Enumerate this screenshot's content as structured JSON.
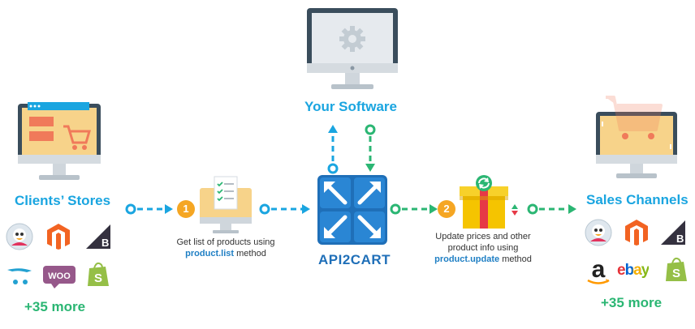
{
  "software": {
    "title": "Your Software",
    "icon": "monitor-gear-icon"
  },
  "clients": {
    "title": "Clients’ Stores",
    "more": "+35 more",
    "icon": "store-monitor-cart-icon",
    "platforms": [
      "prestashop-logo-icon",
      "magento-logo-icon",
      "bigcommerce-logo-icon",
      "opencart-logo-icon",
      "woocommerce-logo-icon",
      "shopify-logo-icon"
    ],
    "woo_text": "WOO"
  },
  "channels": {
    "title": "Sales Channels",
    "more": "+35 more",
    "icon": "channel-monitor-cart-icon",
    "platforms": [
      "prestashop-logo-icon",
      "magento-logo-icon",
      "bigcommerce-logo-icon",
      "amazon-logo-icon",
      "ebay-logo-icon",
      "shopify-logo-icon"
    ],
    "amazon_text": "a",
    "ebay_text": "ebay"
  },
  "api": {
    "label": "API2CART",
    "icon": "api2cart-logo-icon"
  },
  "steps": [
    {
      "number": "1",
      "line1": "Get list of products using",
      "method": "product.list",
      "suffix": " method",
      "icon": "product-list-monitor-icon"
    },
    {
      "number": "2",
      "line1": "Update prices and other",
      "line2": "product info using",
      "method": "product.update",
      "suffix": " method",
      "icon": "gift-update-icon"
    }
  ],
  "logo_letters": {
    "magento": "M",
    "bigcommerce": "B",
    "shopify": "S"
  },
  "colors": {
    "blue": "#1aa5e0",
    "green": "#2bb673",
    "api_blue": "#1f6fb8",
    "orange": "#f5a623",
    "monitor_dark": "#3a4d5c"
  }
}
